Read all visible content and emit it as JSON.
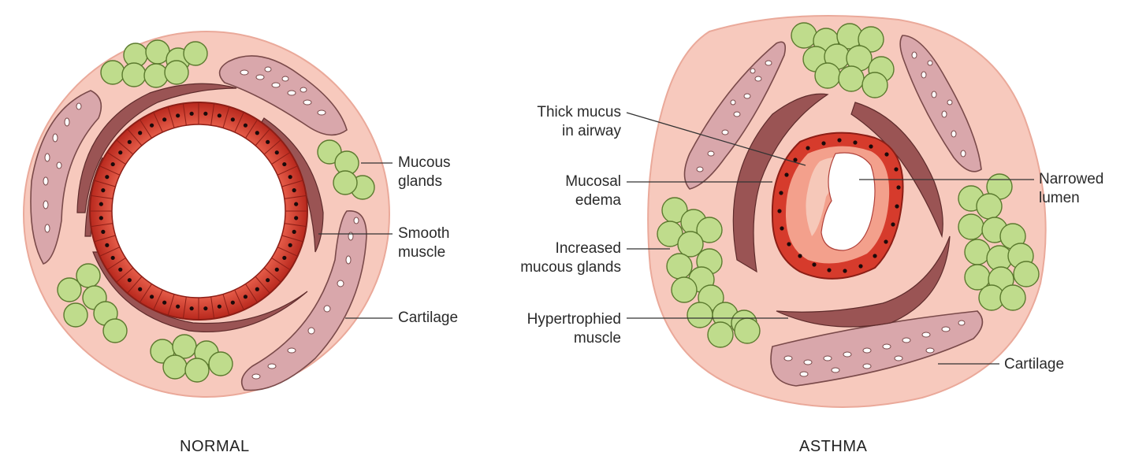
{
  "normal": {
    "caption": "NORMAL",
    "labels": {
      "mucous_glands": "Mucous\nglands",
      "smooth_muscle": "Smooth\nmuscle",
      "cartilage": "Cartilage"
    }
  },
  "asthma": {
    "caption": "ASTHMA",
    "labels": {
      "thick_mucus": "Thick mucus\nin airway",
      "mucosal_edema": "Mucosal\nedema",
      "increased_glands": "Increased\nmucous glands",
      "hypertrophied_muscle": "Hypertrophied\nmuscle",
      "narrowed_lumen": "Narrowed\nlumen",
      "cartilage": "Cartilage"
    }
  },
  "colors": {
    "tissue": "#f7c9bd",
    "tissue_edge": "#e9a797",
    "cartilage": "#d9a7ab",
    "muscle": "#8a4a4a",
    "epithelium": "#d63b2c",
    "gland": "#bfdc8c"
  }
}
